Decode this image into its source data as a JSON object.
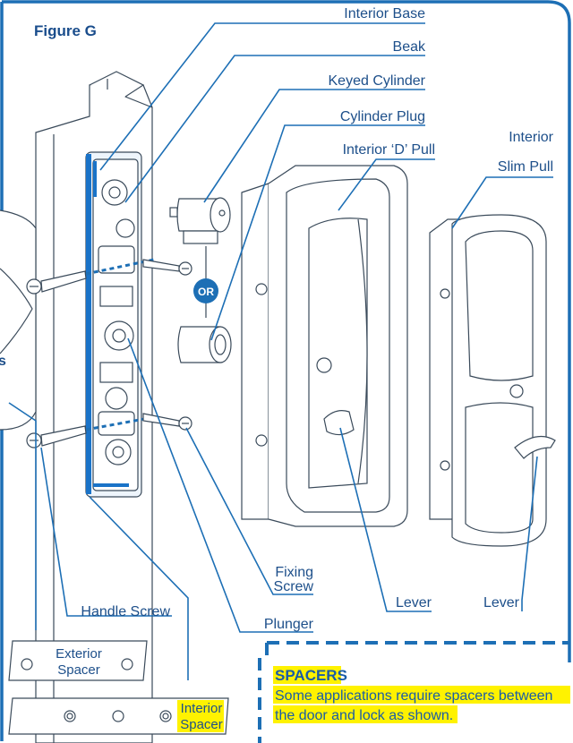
{
  "figure": {
    "title": "Figure G"
  },
  "labels": {
    "interior_base": "Interior Base",
    "beak": "Beak",
    "keyed_cylinder": "Keyed Cylinder",
    "cylinder_plug": "Cylinder Plug",
    "interior_d_pull": "Interior ‘D’ Pull",
    "interior_slim_pull_1": "Interior",
    "interior_slim_pull_2": "Slim Pull",
    "fixing_screw_1": "Fixing",
    "fixing_screw_2": "Screw",
    "lever_d": "Lever",
    "lever_slim": "Lever",
    "handle_screw": "Handle Screw",
    "plunger": "Plunger",
    "or_badge": "OR",
    "cut_letter": "s"
  },
  "spacers": {
    "exterior_1": "Exterior",
    "exterior_2": "Spacer",
    "interior_1": "Interior",
    "interior_2": "Spacer"
  },
  "note": {
    "title": "SPACERS",
    "line1": "Some applications require spacers between",
    "line2": "the door and lock as shown."
  },
  "colors": {
    "accent": "#1d6fb5",
    "highlight": "#fff200",
    "text": "#1d4f8a"
  }
}
